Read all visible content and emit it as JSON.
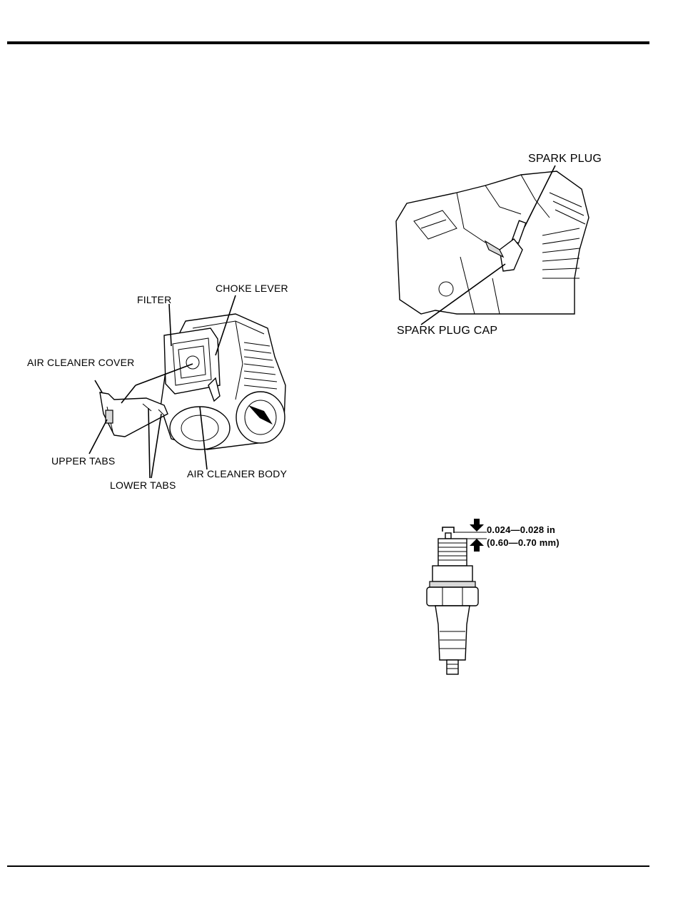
{
  "air_cleaner_figure": {
    "labels": {
      "filter": "FILTER",
      "choke_lever": "CHOKE LEVER",
      "air_cleaner_cover": "AIR CLEANER COVER",
      "upper_tabs": "UPPER TABS",
      "lower_tabs": "LOWER TABS",
      "air_cleaner_body": "AIR CLEANER BODY"
    }
  },
  "spark_plug_figure": {
    "labels": {
      "spark_plug": "SPARK PLUG",
      "spark_plug_cap": "SPARK PLUG CAP"
    }
  },
  "spark_plug_gap_figure": {
    "gap_in": "0.024—0.028 in",
    "gap_mm": "(0.60—0.70 mm)"
  }
}
